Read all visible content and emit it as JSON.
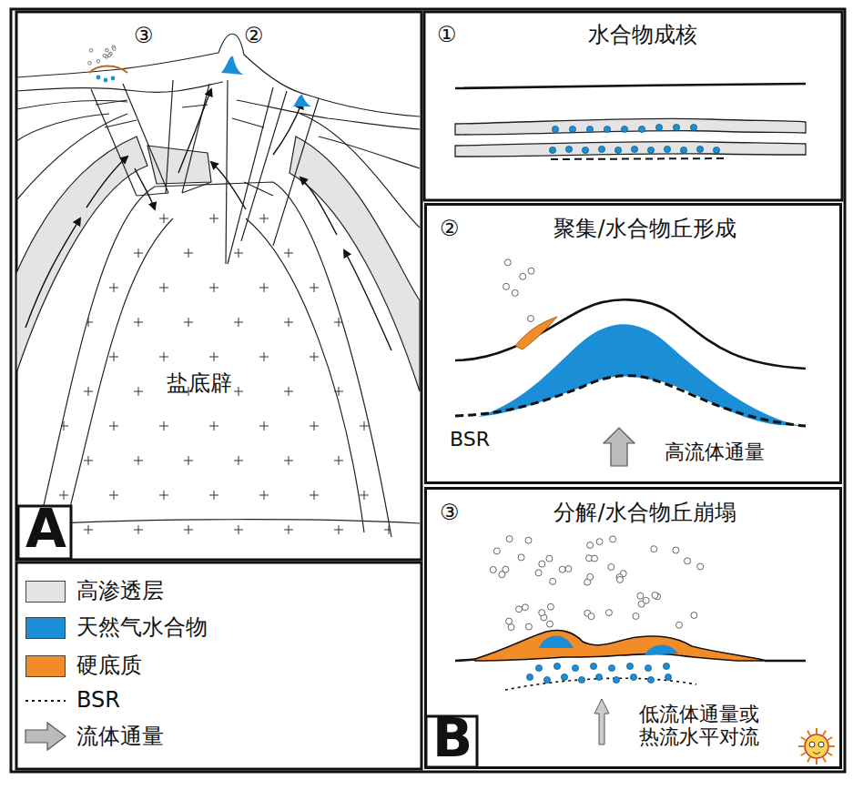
{
  "diagram": {
    "nodes": [
      {
        "text": [
          "①",
          "水合物成核"
        ]
      },
      {
        "text": [
          "②",
          "聚集/水合物丘形成"
        ]
      },
      {
        "text": [
          "③",
          "分解/水合物丘崩塌"
        ]
      }
    ],
    "labels": [
      "③",
      "②",
      "盐底辟",
      "A",
      "BSR",
      "高流体通量",
      "低流体通量或 热流水平对流",
      "B"
    ],
    "legend": [
      {
        "text": "高渗透层",
        "color": "#e4e4e4"
      },
      {
        "text": "天然气水合物",
        "color": "#1a8fd8"
      },
      {
        "text": "硬底质",
        "color": "#f28c28"
      },
      {
        "text": "BSR"
      },
      {
        "text": "流体通量"
      }
    ]
  }
}
